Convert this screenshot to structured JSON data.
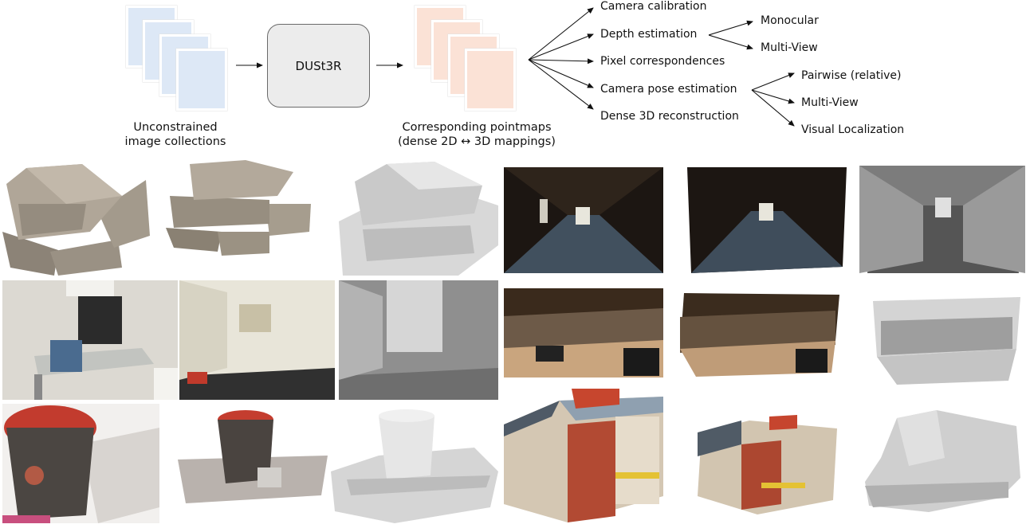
{
  "pipeline": {
    "input_caption_line1": "Unconstrained",
    "input_caption_line2": "image collections",
    "model_label": "DUSt3R",
    "output_caption_line1": "Corresponding pointmaps",
    "output_caption_line2": "(dense 2D ↔ 3D mappings)"
  },
  "tasks": {
    "camera_calibration": "Camera calibration",
    "depth_estimation": "Depth estimation",
    "monocular": "Monocular",
    "depth_multiview": "Multi-View",
    "pixel_correspondences": "Pixel correspondences",
    "camera_pose_estimation": "Camera pose estimation",
    "pairwise": "Pairwise (relative)",
    "pose_multiview": "Multi-View",
    "visual_localization": "Visual Localization",
    "dense_reconstruction": "Dense 3D reconstruction"
  },
  "colors": {
    "input_pages": "#dde8f6",
    "output_pages": "#fbe2d6",
    "model_box": "#ececec"
  }
}
